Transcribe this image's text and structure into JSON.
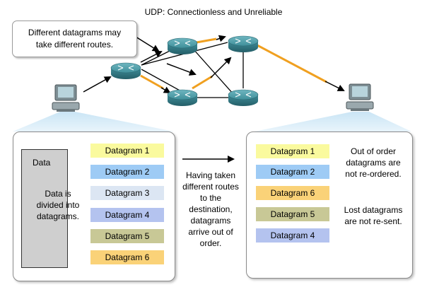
{
  "title": "UDP: Connectionless and Unreliable",
  "callout": {
    "line1": "Different datagrams may",
    "line2": "take different routes."
  },
  "left_panel": {
    "data_label": "Data",
    "divided_text": [
      "Data is",
      "divided into",
      "datagrams."
    ],
    "datagrams": [
      {
        "label": "Datagram 1",
        "color": "#fafa9e"
      },
      {
        "label": "Datagram 2",
        "color": "#9ecbf5"
      },
      {
        "label": "Datagram 3",
        "color": "#dce6f3"
      },
      {
        "label": "Datagram 4",
        "color": "#b4c3ef"
      },
      {
        "label": "Datagram 5",
        "color": "#c8c896"
      },
      {
        "label": "Datagram 6",
        "color": "#fad278"
      }
    ]
  },
  "middle_text": [
    "Having taken",
    "different routes",
    "to the",
    "destination,",
    "datagrams",
    "arrive out of",
    "order."
  ],
  "right_panel": {
    "datagrams": [
      {
        "label": "Datagram 1",
        "color": "#fafa9e"
      },
      {
        "label": "Datagram 2",
        "color": "#9ecbf5"
      },
      {
        "label": "Datagram 6",
        "color": "#fad278"
      },
      {
        "label": "Datagram 5",
        "color": "#c8c896"
      },
      {
        "label": "Datagram 4",
        "color": "#b4c3ef"
      }
    ],
    "note_order": [
      "Out of order",
      "datagrams are",
      "not re-ordered."
    ],
    "note_lost": [
      "Lost datagrams",
      "are not re-sent."
    ]
  },
  "colors": {
    "route_orange": "#f0a020",
    "router_teal": "#3f8f9a",
    "link_black": "#000000",
    "computer_gray": "#8a9aa0"
  },
  "icons": [
    "router-icon",
    "computer-icon",
    "arrow-icon"
  ]
}
